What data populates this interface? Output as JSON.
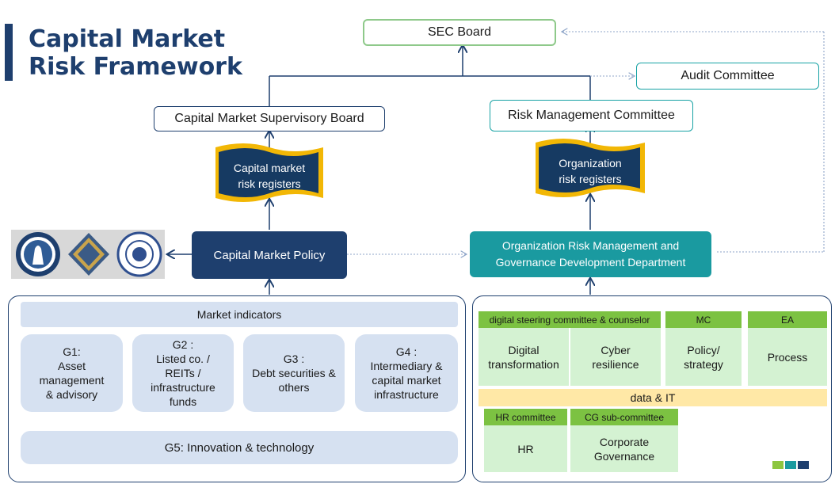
{
  "title": "Capital Market\nRisk Framework",
  "sec_board": "SEC Board",
  "audit_committee": "Audit Committee",
  "cmsb": "Capital Market Supervisory Board",
  "rmc": "Risk Management Committee",
  "cm_risk_registers": "Capital market\nrisk registers",
  "org_risk_registers": "Organization\nrisk registers",
  "cm_policy": "Capital Market Policy",
  "org_dept": "Organization Risk Management and\nGovernance Development Department",
  "left_panel": {
    "market_indicators": "Market indicators",
    "groups": [
      "G1:\nAsset\nmanagement\n& advisory",
      "G2 :\nListed co. /\nREITs /\ninfrastructure\nfunds",
      "G3 :\nDebt securities &\nothers",
      "G4 :\nIntermediary &\ncapital market\ninfrastructure"
    ],
    "g5": "G5: Innovation & technology"
  },
  "right_panel": {
    "headers": [
      "digital steering committee & counselor",
      "MC",
      "EA"
    ],
    "cells": [
      "Digital\ntransformation",
      "Cyber\nresilience",
      "Policy/\nstrategy",
      "Process"
    ],
    "data_it": "data & IT",
    "bottom_headers": [
      "HR committee",
      "CG sub-committee"
    ],
    "bottom_cells": [
      "HR",
      "Corporate\nGovernance"
    ]
  },
  "colors": {
    "navy": "#1e3f6e",
    "teal": "#1a9aa0",
    "green_header": "#7cc242",
    "green_cell": "#d4f2d2",
    "light_blue": "#d6e1f1",
    "data_it": "#ffe8a6",
    "gold": "#f2b705"
  },
  "icons": [
    "bank-of-thailand-seal-icon",
    "sec-diamond-logo-icon",
    "ministry-of-finance-seal-icon"
  ]
}
